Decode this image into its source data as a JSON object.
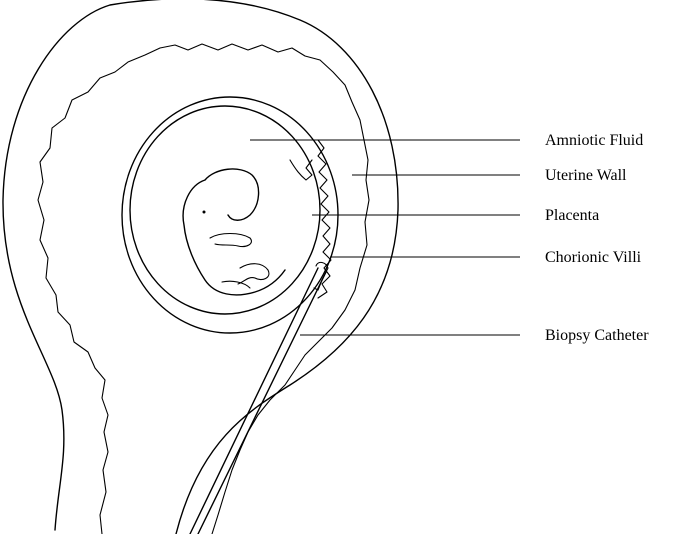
{
  "diagram": {
    "labels": {
      "amniotic_fluid": "Amniotic Fluid",
      "uterine_wall": "Uterine Wall",
      "placenta": "Placenta",
      "chorionic_villi": "Chorionic Villi",
      "biopsy_catheter": "Biopsy Catheter"
    }
  }
}
